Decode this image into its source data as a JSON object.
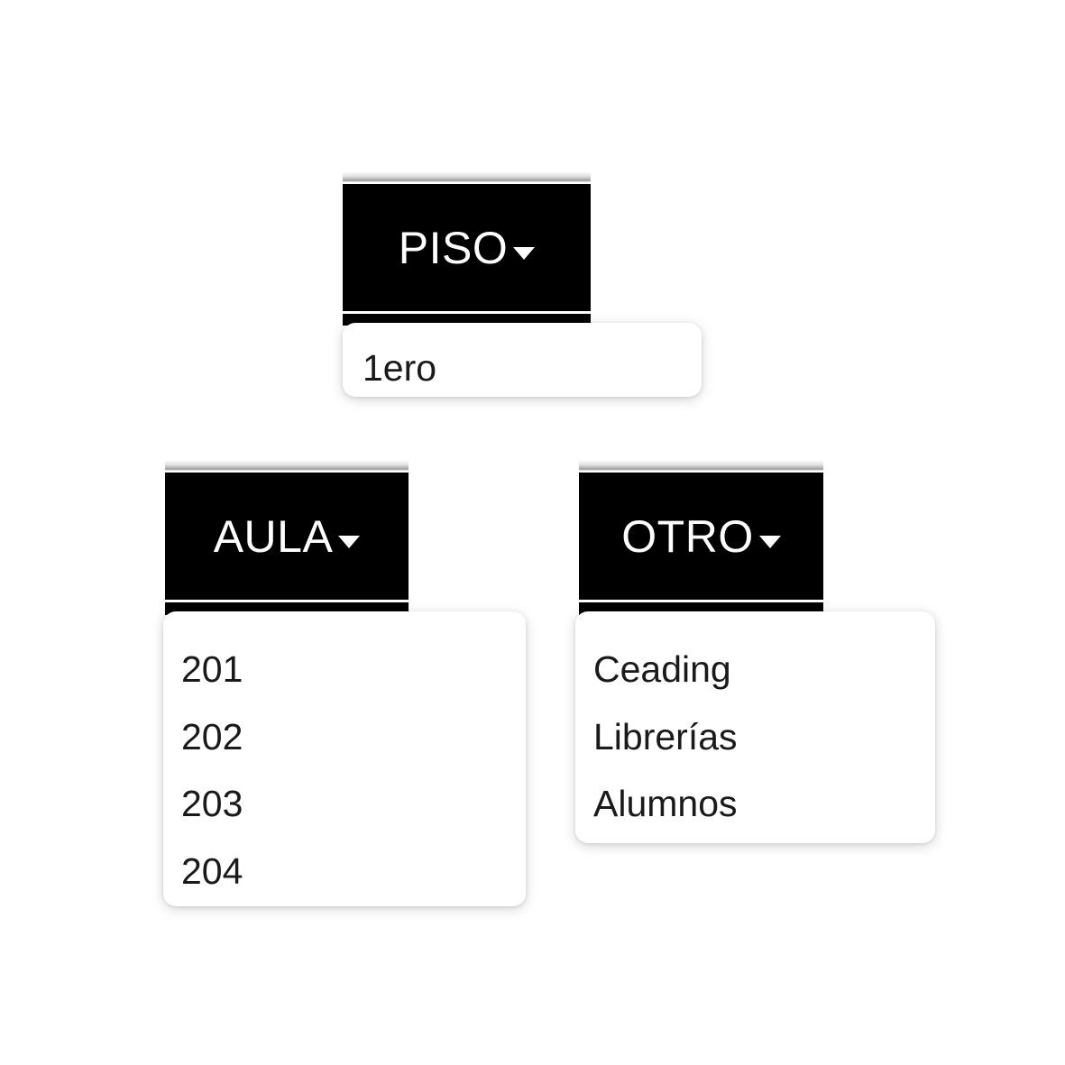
{
  "page": {
    "background_color": "#ffffff",
    "accent_color": "#000000",
    "text_color": "#1a1a1a"
  },
  "dropdowns": [
    {
      "id": "piso",
      "label": "PISO",
      "caret_icon": "chevron-down-icon",
      "expanded": true,
      "options": [
        "1ero"
      ]
    },
    {
      "id": "aula",
      "label": "AULA",
      "caret_icon": "chevron-down-icon",
      "expanded": true,
      "options": [
        "201",
        "202",
        "203",
        "204"
      ]
    },
    {
      "id": "otro",
      "label": "OTRO",
      "caret_icon": "chevron-down-icon",
      "expanded": true,
      "options": [
        "Ceading",
        "Librerías",
        "Alumnos"
      ]
    }
  ]
}
